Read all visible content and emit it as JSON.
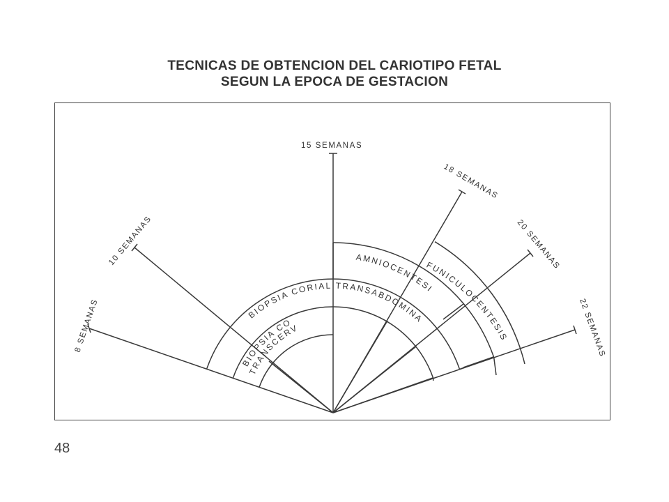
{
  "title": {
    "line1": "TECNICAS DE OBTENCION DEL CARIOTIPO FETAL",
    "line2": "SEGUN LA EPOCA DE GESTACION"
  },
  "spokes": [
    {
      "label": "8 SEMANAS"
    },
    {
      "label": "10 SEMANAS"
    },
    {
      "label": "15 SEMANAS"
    },
    {
      "label": "18 SEMANAS"
    },
    {
      "label": "20 SEMANAS"
    },
    {
      "label": "22 SEMANAS"
    }
  ],
  "bands": [
    {
      "label": "BIOPSIA CORIAL TRANSABDOMINAL"
    },
    {
      "label": "BIOPSIA CORIAL"
    },
    {
      "label": "TRANSCERVICAL"
    },
    {
      "label": "AMNIOCENTESIS"
    },
    {
      "label": "FUNICULOCENTESIS"
    }
  ],
  "page_number": "48"
}
